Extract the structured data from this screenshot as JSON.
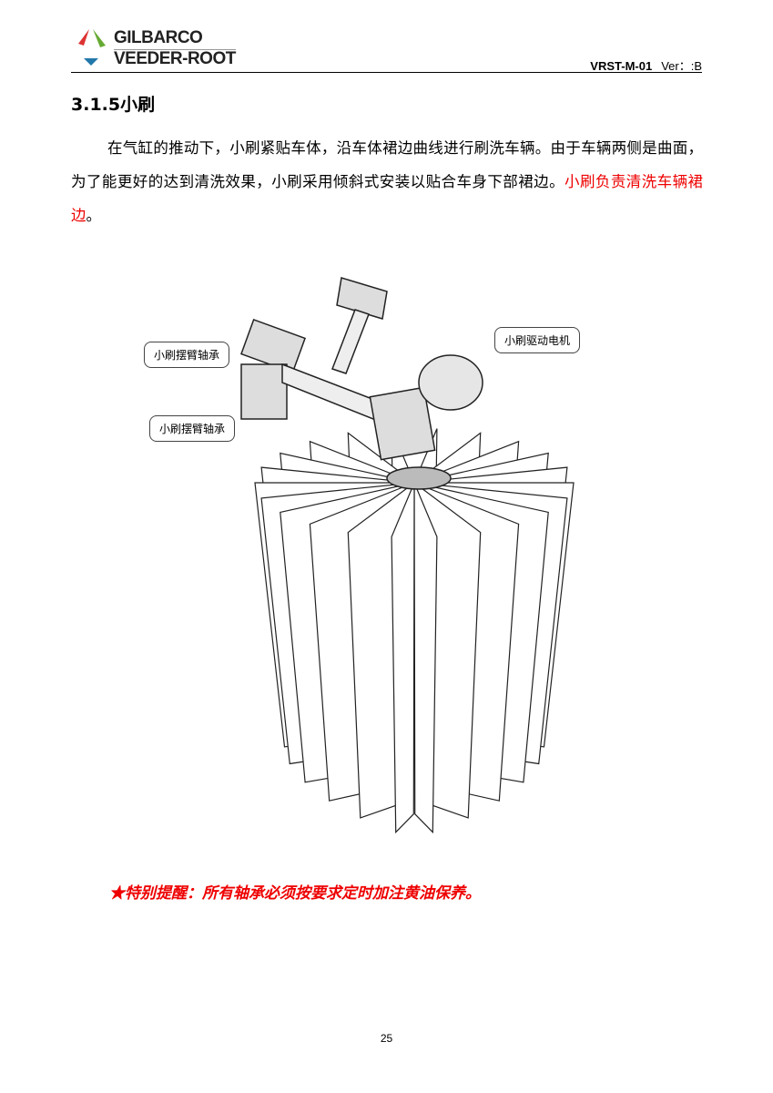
{
  "header": {
    "logo_line1": "GILBARCO",
    "logo_line2": "VEEDER-ROOT",
    "doc_code": "VRST-M-01",
    "version": "Ver：:B"
  },
  "section": {
    "title": "3.1.5小刷",
    "body": "在气缸的推动下，小刷紧贴车体，沿车体裙边曲线进行刷洗车辆。由于车辆两侧是曲面，为了能更好的达到清洗效果，小刷采用倾斜式安装以贴合车身下部裙边。",
    "highlight": "小刷负责清洗车辆裙边",
    "end": "。"
  },
  "figure": {
    "callouts": [
      "小刷摆臂轴承",
      "小刷摆臂轴承",
      "小刷驱动电机"
    ]
  },
  "notice": "★特别提醒：所有轴承必须按要求定时加注黄油保养。",
  "page_number": "25"
}
